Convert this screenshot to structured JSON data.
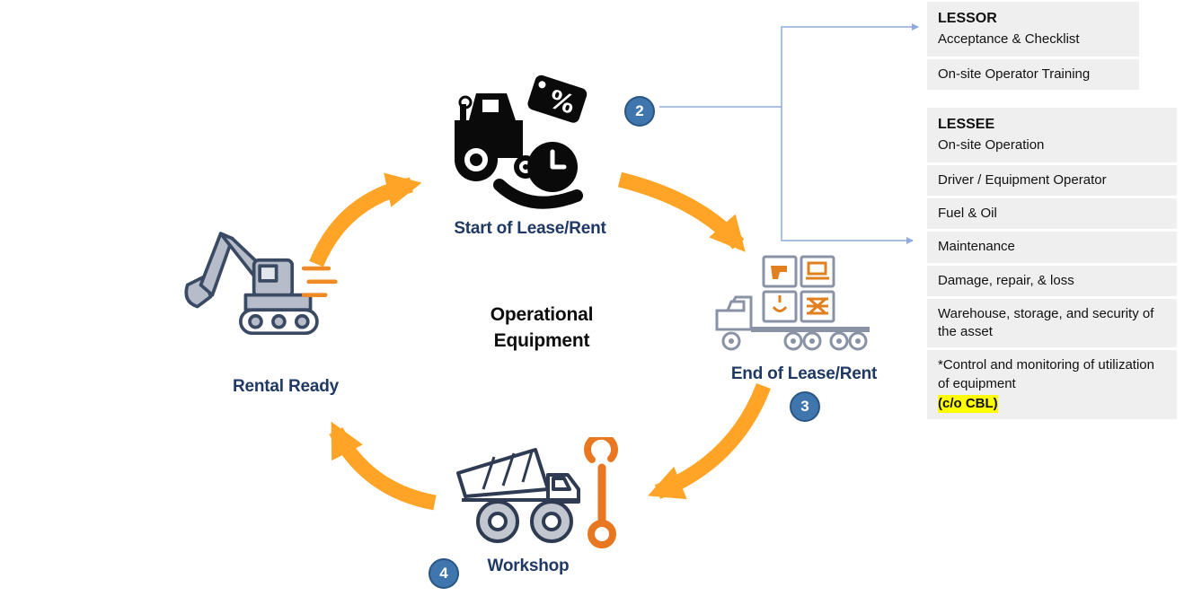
{
  "cycle": {
    "center_label": "Operational Equipment",
    "nodes": {
      "start": {
        "label": "Start of Lease/Rent",
        "badge": "2"
      },
      "end": {
        "label": "End of Lease/Rent",
        "badge": "3"
      },
      "workshop": {
        "label": "Workshop",
        "badge": "4"
      },
      "rental_ready": {
        "label": "Rental Ready"
      }
    }
  },
  "panels": {
    "lessor": {
      "title": "LESSOR",
      "subtitle": "Acceptance & Checklist",
      "rows": [
        "On-site Operator Training"
      ]
    },
    "lessee": {
      "title": "LESSEE",
      "subtitle": "On-site Operation",
      "rows": [
        "Driver / Equipment Operator",
        "Fuel & Oil",
        "Maintenance",
        "Damage, repair, & loss",
        "Warehouse, storage, and security of the asset"
      ],
      "footnote_text": "*Control and monitoring of utilization of equipment",
      "footnote_highlight": "(c/o CBL)"
    }
  },
  "icons": {
    "start": "tractor-lease-icon",
    "end": "truck-cargo-icon",
    "workshop": "dump-truck-wrench-icon",
    "rental_ready": "excavator-icon"
  },
  "colors": {
    "label_blue": "#1f3864",
    "badge_fill": "#3f76ad",
    "badge_border": "#2a5584",
    "arrow_orange": "#FFA426",
    "row_bg": "#efefef",
    "highlight_yellow": "#ffff00",
    "connector_blue": "#8faadc",
    "icon_navy": "#2f3b52",
    "icon_orange": "#e87722"
  }
}
